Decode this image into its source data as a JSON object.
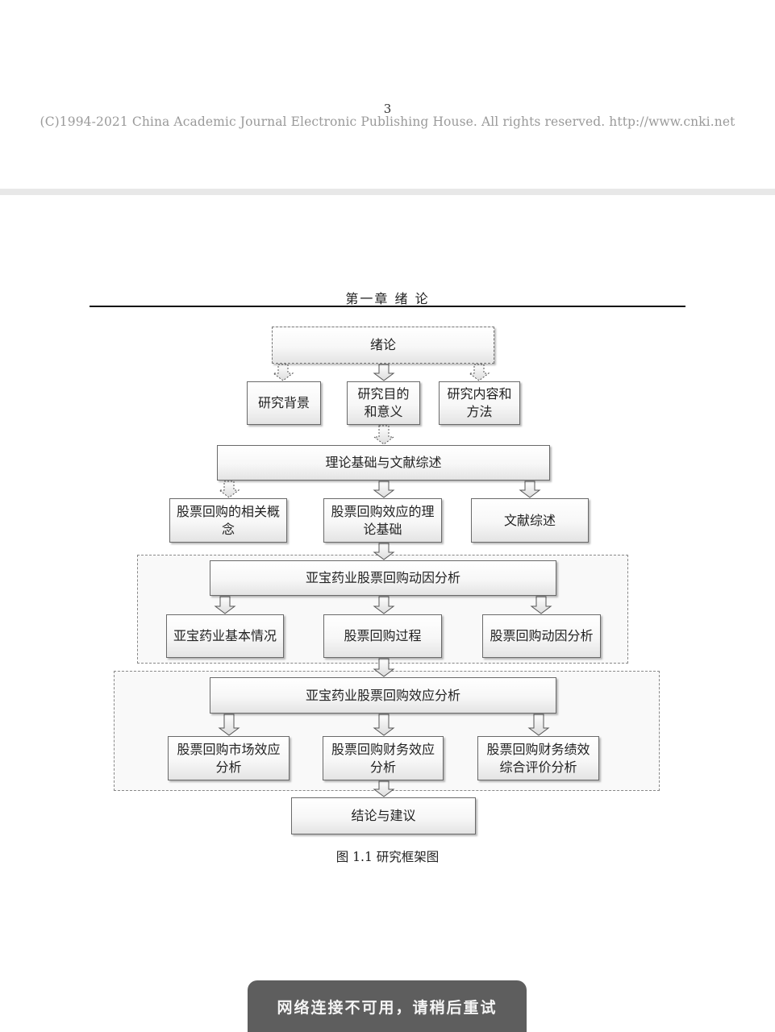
{
  "header": {
    "page_number": "3",
    "copyright": "(C)1994-2021 China Academic Journal Electronic Publishing House. All rights reserved.    http://www.cnki.net"
  },
  "chapter_title": "第一章 绪 论",
  "diagram": {
    "intro": "绪论",
    "intro_children": [
      "研究背景",
      "研究目的和意义",
      "研究内容和方法"
    ],
    "theory": "理论基础与文献综述",
    "theory_children": [
      "股票回购的相关概念",
      "股票回购效应的理论基础",
      "文献综述"
    ],
    "motivation": "亚宝药业股票回购动因分析",
    "motivation_children": [
      "亚宝药业基本情况",
      "股票回购过程",
      "股票回购动因分析"
    ],
    "effect": "亚宝药业股票回购效应分析",
    "effect_children": [
      "股票回购市场效应分析",
      "股票回购财务效应分析",
      "股票回购财务绩效综合评价分析"
    ],
    "conclusion": "结论与建议"
  },
  "caption": "图 1.1  研究框架图",
  "toast": "网络连接不可用，请稍后重试"
}
